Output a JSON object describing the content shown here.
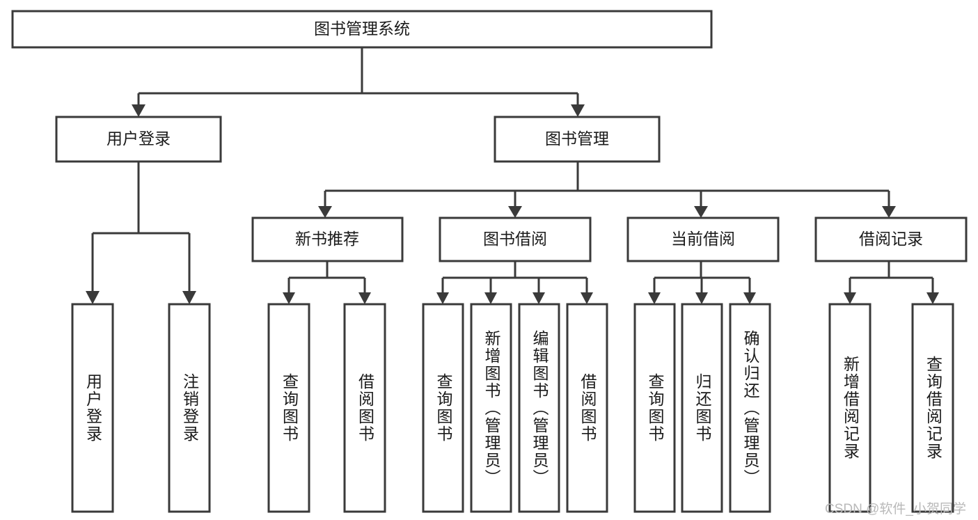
{
  "diagram": {
    "title": "图书管理系统",
    "type": "tree-hierarchy-diagram",
    "colors": {
      "box_stroke": "#3a3a3a",
      "box_fill": "#ffffff",
      "connector": "#3a3a3a",
      "text": "#1a1a1a",
      "watermark": "#b9b9b9",
      "background": "#ffffff"
    },
    "root": {
      "label": "图书管理系统"
    },
    "level2": [
      {
        "label": "用户登录"
      },
      {
        "label": "图书管理"
      }
    ],
    "level3": [
      {
        "label": "新书推荐"
      },
      {
        "label": "图书借阅"
      },
      {
        "label": "当前借阅"
      },
      {
        "label": "借阅记录"
      }
    ],
    "leaves": {
      "user_login": [
        {
          "label": "用户登录"
        },
        {
          "label": "注销登录"
        }
      ],
      "new_book_recommend": [
        {
          "label": "查询图书"
        },
        {
          "label": "借阅图书"
        }
      ],
      "book_borrow": [
        {
          "label": "查询图书"
        },
        {
          "label": "新增图书（管理员）"
        },
        {
          "label": "编辑图书（管理员）"
        },
        {
          "label": "借阅图书"
        }
      ],
      "current_borrow": [
        {
          "label": "查询图书"
        },
        {
          "label": "归还图书"
        },
        {
          "label": "确认归还（管理员）"
        }
      ],
      "borrow_record": [
        {
          "label": "新增借阅记录"
        },
        {
          "label": "查询借阅记录"
        }
      ]
    }
  },
  "watermark": {
    "text": "CSDN @软件_小贺同学"
  }
}
